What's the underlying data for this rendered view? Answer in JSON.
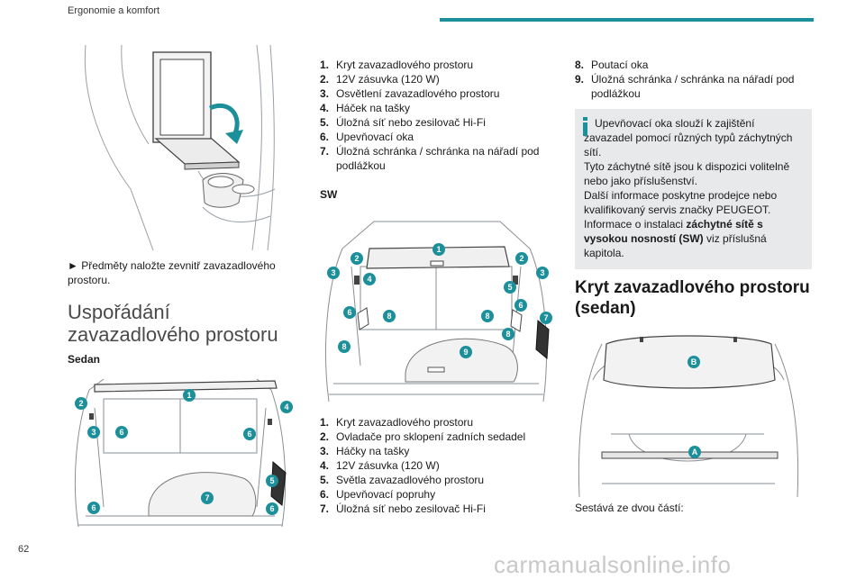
{
  "header": {
    "title": "Ergonomie a komfort"
  },
  "page_number": "62",
  "watermark": "carmanualsonline.info",
  "col1": {
    "bullet_text": "► Předměty naložte zevnitř zavazadlového prostoru.",
    "section_title": "Uspořádání zavazadlového prostoru",
    "subheading": "Sedan",
    "callouts": [
      "1",
      "2",
      "3",
      "4",
      "5",
      "6",
      "6",
      "6",
      "6",
      "7"
    ]
  },
  "col2": {
    "sedan_legend": [
      {
        "num": "1.",
        "text": "Kryt zavazadlového prostoru"
      },
      {
        "num": "2.",
        "text": "12V zásuvka (120 W)"
      },
      {
        "num": "3.",
        "text": "Osvětlení zavazadlového prostoru"
      },
      {
        "num": "4.",
        "text": "Háček na tašky"
      },
      {
        "num": "5.",
        "text": "Úložná síť nebo zesilovač Hi-Fi"
      },
      {
        "num": "6.",
        "text": "Upevňovací oka"
      },
      {
        "num": "7.",
        "text": "Úložná schránka / schránka na nářadí pod podlážkou"
      }
    ],
    "subheading": "SW",
    "callouts": [
      "1",
      "2",
      "2",
      "3",
      "3",
      "4",
      "5",
      "6",
      "6",
      "7",
      "8",
      "8",
      "8",
      "8",
      "9"
    ],
    "sw_legend": [
      {
        "num": "1.",
        "text": "Kryt zavazadlového prostoru"
      },
      {
        "num": "2.",
        "text": "Ovladače pro sklopení zadních sedadel"
      },
      {
        "num": "3.",
        "text": "Háčky na tašky"
      },
      {
        "num": "4.",
        "text": "12V zásuvka (120 W)"
      },
      {
        "num": "5.",
        "text": "Světla zavazadlového prostoru"
      },
      {
        "num": "6.",
        "text": "Upevňovací popruhy"
      },
      {
        "num": "7.",
        "text": "Úložná síť nebo zesilovač Hi-Fi"
      }
    ]
  },
  "col3": {
    "legend": [
      {
        "num": "8.",
        "text": "Poutací oka"
      },
      {
        "num": "9.",
        "text": "Úložná schránka / schránka na nářadí pod podlážkou"
      }
    ],
    "info": {
      "text1": "Upevňovací oka slouží k zajištění zavazadel pomocí různých typů záchytných sítí.",
      "text2": "Tyto záchytné sítě jsou k dispozici volitelně nebo jako příslušenství.",
      "text3": "Další informace poskytne prodejce nebo kvalifikovaný servis značky PEUGEOT.",
      "text4_pre": "Informace o instalaci ",
      "text4_bold": "záchytné sítě s vysokou nosností (SW)",
      "text4_post": " viz příslušná kapitola."
    },
    "heading": "Kryt zavazadlového prostoru (sedan)",
    "callouts": [
      "B",
      "A"
    ],
    "bottom_text": "Sestává ze dvou částí:"
  },
  "colors": {
    "accent": "#1b8f9a",
    "info_bg": "#e8e9eb"
  }
}
